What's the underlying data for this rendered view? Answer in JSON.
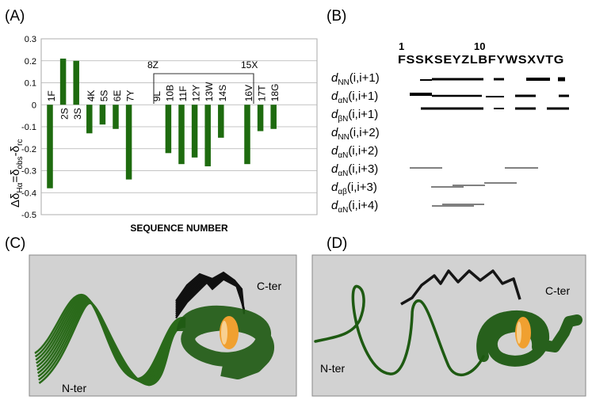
{
  "panels": {
    "a": "(A)",
    "b": "(B)",
    "c": "(C)",
    "d": "(D)"
  },
  "chart_data": {
    "type": "bar",
    "title": "",
    "xlabel": "SEQUENCE NUMBER",
    "ylabel_parts": {
      "delta": "Δδ",
      "h": "Hα",
      "eq": "=δ",
      "obs": "obs",
      "minus": "-δ",
      "rc": "rc"
    },
    "ylim": [
      -0.5,
      0.3
    ],
    "yticks": [
      "0.3",
      "0.2",
      "0.1",
      "0",
      "-0.1",
      "-0.2",
      "-0.3",
      "-0.4",
      "-0.5"
    ],
    "ytick_values": [
      0.3,
      0.2,
      0.1,
      0,
      -0.1,
      -0.2,
      -0.3,
      -0.4,
      -0.5
    ],
    "grid": true,
    "bar_color": "#1e6b0f",
    "categories": [
      "1F",
      "2S",
      "3S",
      "4K",
      "5S",
      "6E",
      "7Y",
      "8Z",
      "9L",
      "10B",
      "11F",
      "12Y",
      "13W",
      "14S",
      "15X",
      "16V",
      "17T",
      "18G"
    ],
    "values": [
      -0.38,
      0.21,
      0.2,
      -0.13,
      -0.09,
      -0.11,
      -0.34,
      null,
      0.0,
      -0.22,
      -0.27,
      -0.24,
      -0.28,
      -0.15,
      null,
      -0.27,
      -0.12,
      -0.11
    ],
    "bracket": {
      "start_label": "8Z",
      "end_label": "15X"
    }
  },
  "noe": {
    "sequence": "FSSKSEYZLBFYWSXVTG",
    "number_1": "1",
    "number_10": "10",
    "rows": [
      {
        "label": "dNN(i,i+1)",
        "d": "d",
        "sub": "NN",
        "args": "(i,i+1)"
      },
      {
        "label": "dαN(i,i+1)",
        "d": "d",
        "sub": "αN",
        "args": "(i,i+1)"
      },
      {
        "label": "dβN(i,i+1)",
        "d": "d",
        "sub": "βN",
        "args": "(i,i+1)"
      },
      {
        "label": "dNN(i,i+2)",
        "d": "d",
        "sub": "NN",
        "args": "(i,i+2)"
      },
      {
        "label": "dαN(i,i+2)",
        "d": "d",
        "sub": "αN",
        "args": "(i,i+2)"
      },
      {
        "label": "dαN(i,i+3)",
        "d": "d",
        "sub": "αN",
        "args": "(i,i+3)"
      },
      {
        "label": "dαβ(i,i+3)",
        "d": "d",
        "sub": "αβ",
        "args": "(i,i+3)"
      },
      {
        "label": "dαN(i,i+4)",
        "d": "d",
        "sub": "αN",
        "args": "(i,i+4)"
      }
    ]
  },
  "structures": {
    "c": {
      "n_ter": "N-ter",
      "c_ter": "C-ter"
    },
    "d": {
      "n_ter": "N-ter",
      "c_ter": "C-ter"
    }
  },
  "colors": {
    "helix_green": "#2a6a1a",
    "helix_orange": "#f0a030",
    "linker_black": "#111111",
    "structure_bg": "#d2d2d2"
  }
}
